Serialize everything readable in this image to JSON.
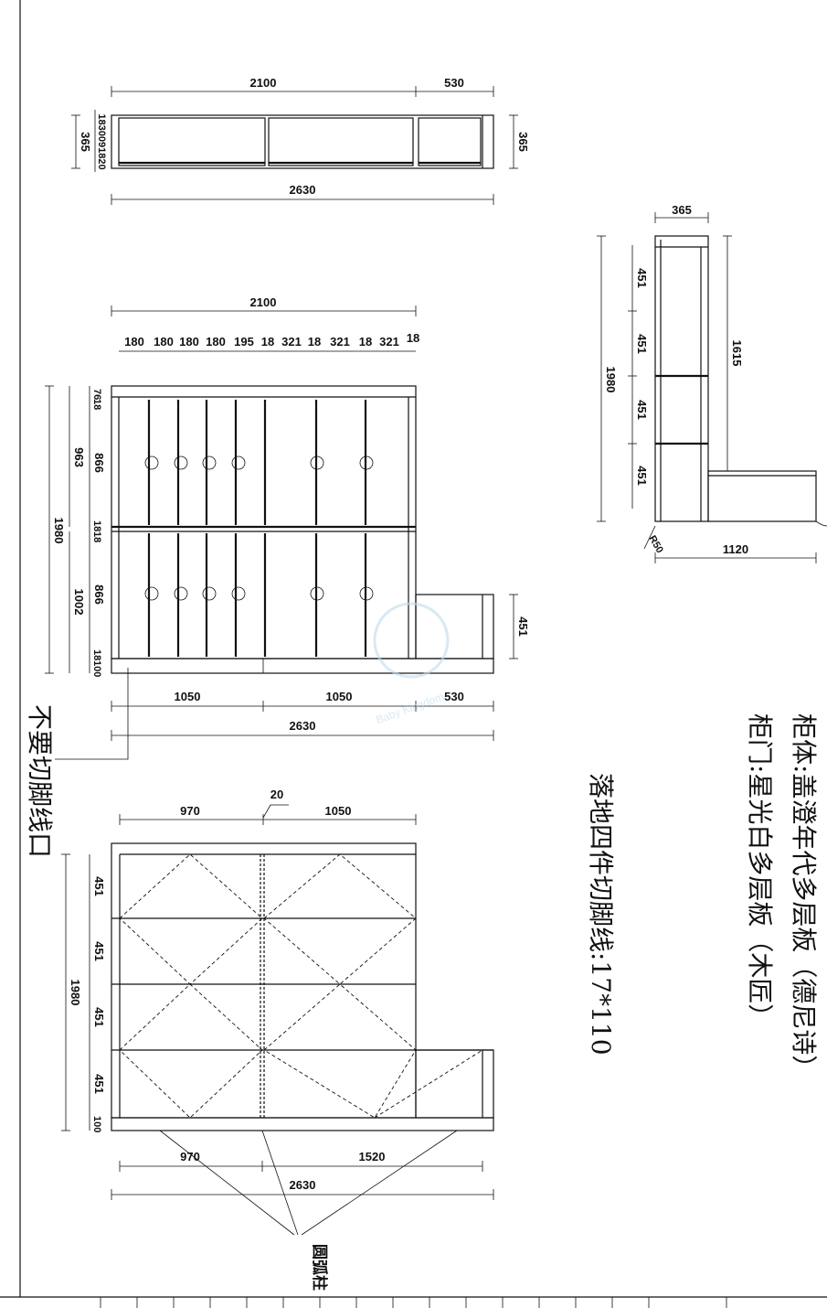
{
  "top_plan": {
    "dims_top": [
      "2100",
      "530"
    ],
    "dim_total": "2630",
    "dim_left_depth": "365",
    "dim_left_stack": "1830091820",
    "dim_right_depth": "365"
  },
  "front_elevation": {
    "dim_width": "2100",
    "segments": [
      "180",
      "180",
      "180",
      "180",
      "195",
      "18",
      "321",
      "18",
      "321",
      "18",
      "321",
      "18"
    ],
    "dim_height": "1980",
    "dim_upper": "963",
    "dim_lower": "1002",
    "left_labels": [
      "76",
      "18",
      "866",
      "18",
      "18",
      "866",
      "18",
      "100"
    ],
    "dim_side_cab": "451",
    "bottom_dims": [
      "1050",
      "1050",
      "530"
    ],
    "bottom_total": "2630"
  },
  "side_view": {
    "dim_depth": "365",
    "dim_height": "1980",
    "shelves": [
      "451",
      "451",
      "451",
      "451"
    ],
    "dim_1615": "1615",
    "dim_radius": "R50",
    "dim_1120": "1120"
  },
  "back_view": {
    "top_dims": [
      "970",
      "20",
      "1050"
    ],
    "dim_height": "1980",
    "rows": [
      "451",
      "451",
      "451",
      "451",
      "100"
    ],
    "bottom_dims": [
      "970",
      "1520"
    ],
    "bottom_total": "2630",
    "callout": "圆弧柱"
  },
  "notes": {
    "no_cut": "不要切脚线口",
    "skirting": "落地四件切脚线:17*110",
    "cabinet_body": "柜体:盖澄年代多层板（德尼诗）",
    "cabinet_door": "柜门:星光白多层板（木匠）"
  },
  "watermark": "Baby Kingdom"
}
